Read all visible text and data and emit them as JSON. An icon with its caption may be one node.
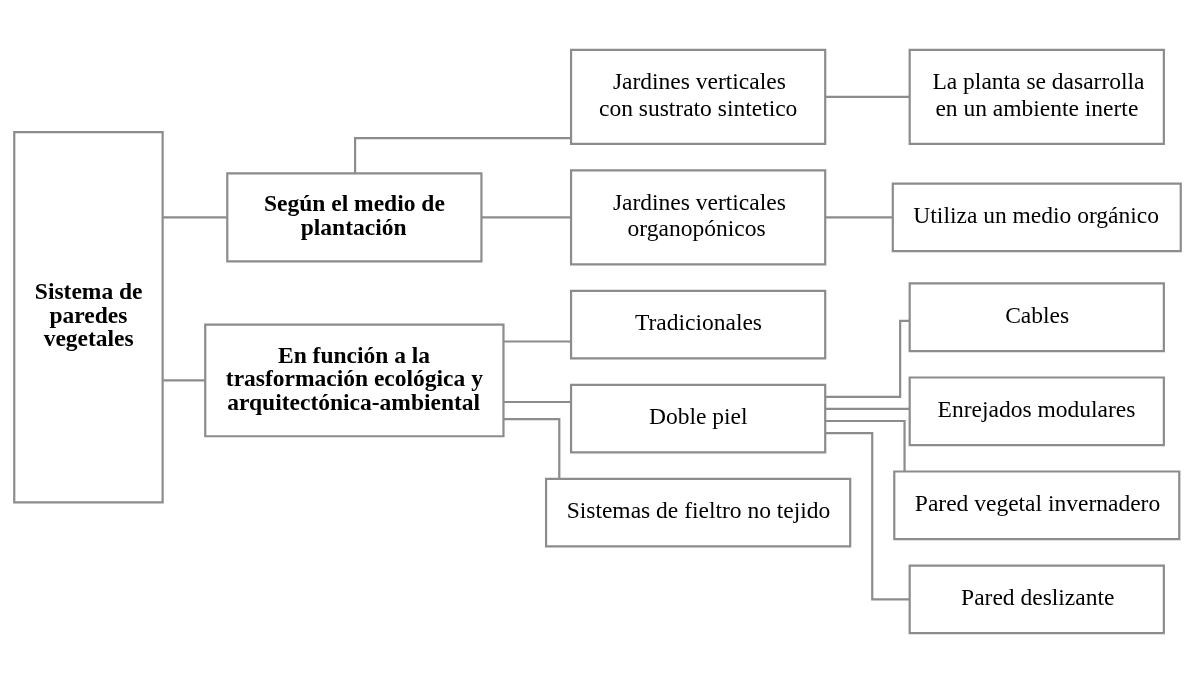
{
  "diagram": {
    "nodes": [
      {
        "text": [
          "Sistema de paredes vegetales"
        ]
      },
      {
        "text": [
          "Según el medio de plantación"
        ]
      },
      {
        "text": [
          "En función a la trasformación ecológica y arquitectónica-ambiental"
        ]
      },
      {
        "text": [
          "Jardines verticales con sustrato sintetico"
        ]
      },
      {
        "text": [
          "Jardines verticales organopónicos"
        ]
      },
      {
        "text": [
          "La planta se dasarrolla en un ambiente inerte"
        ]
      },
      {
        "text": [
          "Utiliza un medio orgánico"
        ]
      },
      {
        "text": [
          "Tradicionales"
        ]
      },
      {
        "text": [
          "Doble piel"
        ]
      },
      {
        "text": [
          "Sistemas de fieltro no tejido"
        ]
      },
      {
        "text": [
          "Cables"
        ]
      },
      {
        "text": [
          "Enrejados modulares"
        ]
      },
      {
        "text": [
          "Pared vegetal invernadero"
        ]
      },
      {
        "text": [
          "Pared deslizante"
        ]
      }
    ],
    "edges": [
      {
        "from": 0,
        "to": 1,
        "arrow": "none"
      },
      {
        "from": 0,
        "to": 2,
        "arrow": "none"
      },
      {
        "from": 1,
        "to": 3,
        "arrow": "none"
      },
      {
        "from": 1,
        "to": 4,
        "arrow": "none"
      },
      {
        "from": 3,
        "to": 5,
        "arrow": "none"
      },
      {
        "from": 4,
        "to": 6,
        "arrow": "none"
      },
      {
        "from": 2,
        "to": 7,
        "arrow": "none"
      },
      {
        "from": 2,
        "to": 8,
        "arrow": "none"
      },
      {
        "from": 2,
        "to": 9,
        "arrow": "none"
      },
      {
        "from": 8,
        "to": 10,
        "arrow": "none"
      },
      {
        "from": 8,
        "to": 11,
        "arrow": "none"
      },
      {
        "from": 8,
        "to": 12,
        "arrow": "none"
      },
      {
        "from": 8,
        "to": 13,
        "arrow": "none"
      }
    ]
  }
}
